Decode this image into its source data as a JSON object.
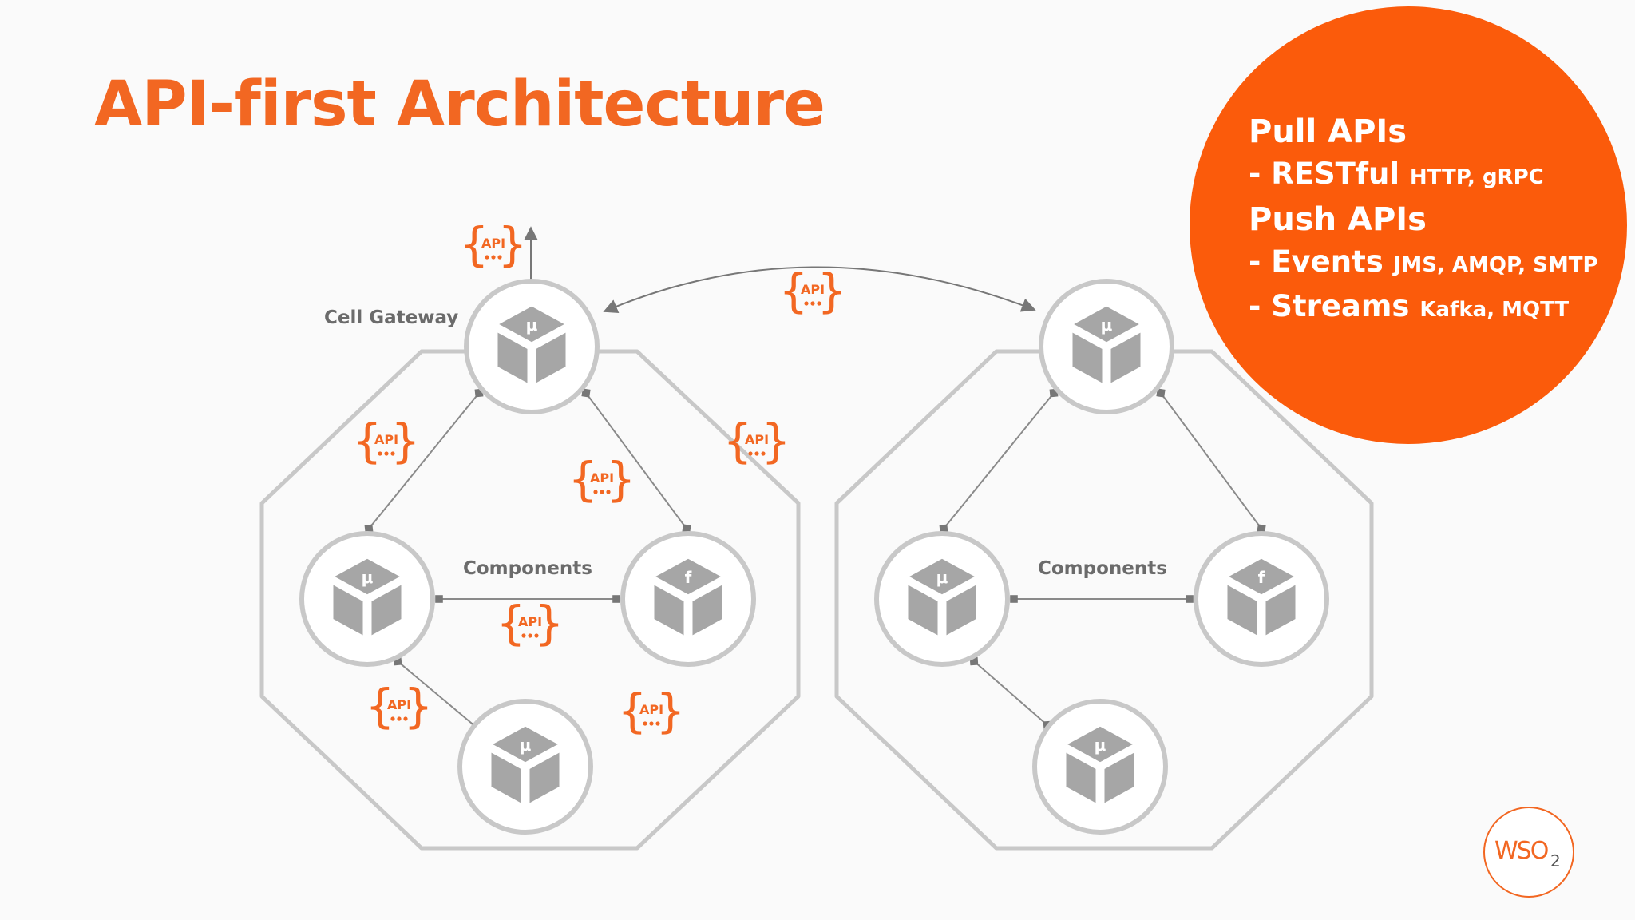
{
  "title": "API-first Architecture",
  "diagram": {
    "gateway_label": "Cell Gateway",
    "components_label": "Components",
    "api_badge_text": "API",
    "microservice_symbol": "μ",
    "function_symbol": "f"
  },
  "info": {
    "pull_heading": "Pull APIs",
    "restful_prefix": "- RESTful",
    "restful_protocols": "HTTP, gRPC",
    "push_heading": "Push APIs",
    "events_prefix": "-  Events",
    "events_protocols": "JMS, AMQP, SMTP",
    "streams_prefix": "-  Streams",
    "streams_protocols": "Kafka, MQTT"
  },
  "logo": {
    "text": "WSO",
    "sub": "2"
  },
  "colors": {
    "accent": "#f26722",
    "circle": "#fb5b0b",
    "node": "#a6a6a6",
    "outline": "#c8c8c8"
  }
}
